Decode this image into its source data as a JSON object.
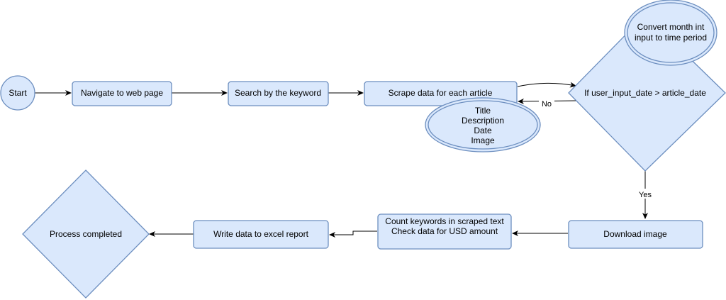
{
  "nodes": {
    "start": "Start",
    "navigate": "Navigate to web page",
    "search": "Search by the keyword",
    "scrape": "Scrape data for each article",
    "fields": [
      "Title",
      "Description",
      "Date",
      "Image"
    ],
    "convert": [
      "Convert month int",
      "input to time period"
    ],
    "decision": "If user_input_date > article_date",
    "download": "Download image",
    "count": [
      "Count keywords in scraped text",
      "Check data for USD amount"
    ],
    "write": "Write data to excel report",
    "completed": "Process completed"
  },
  "edges": {
    "no": "No",
    "yes": "Yes"
  },
  "colors": {
    "fill": "#dae8fc",
    "stroke": "#6c8ebf",
    "line": "#000000"
  }
}
